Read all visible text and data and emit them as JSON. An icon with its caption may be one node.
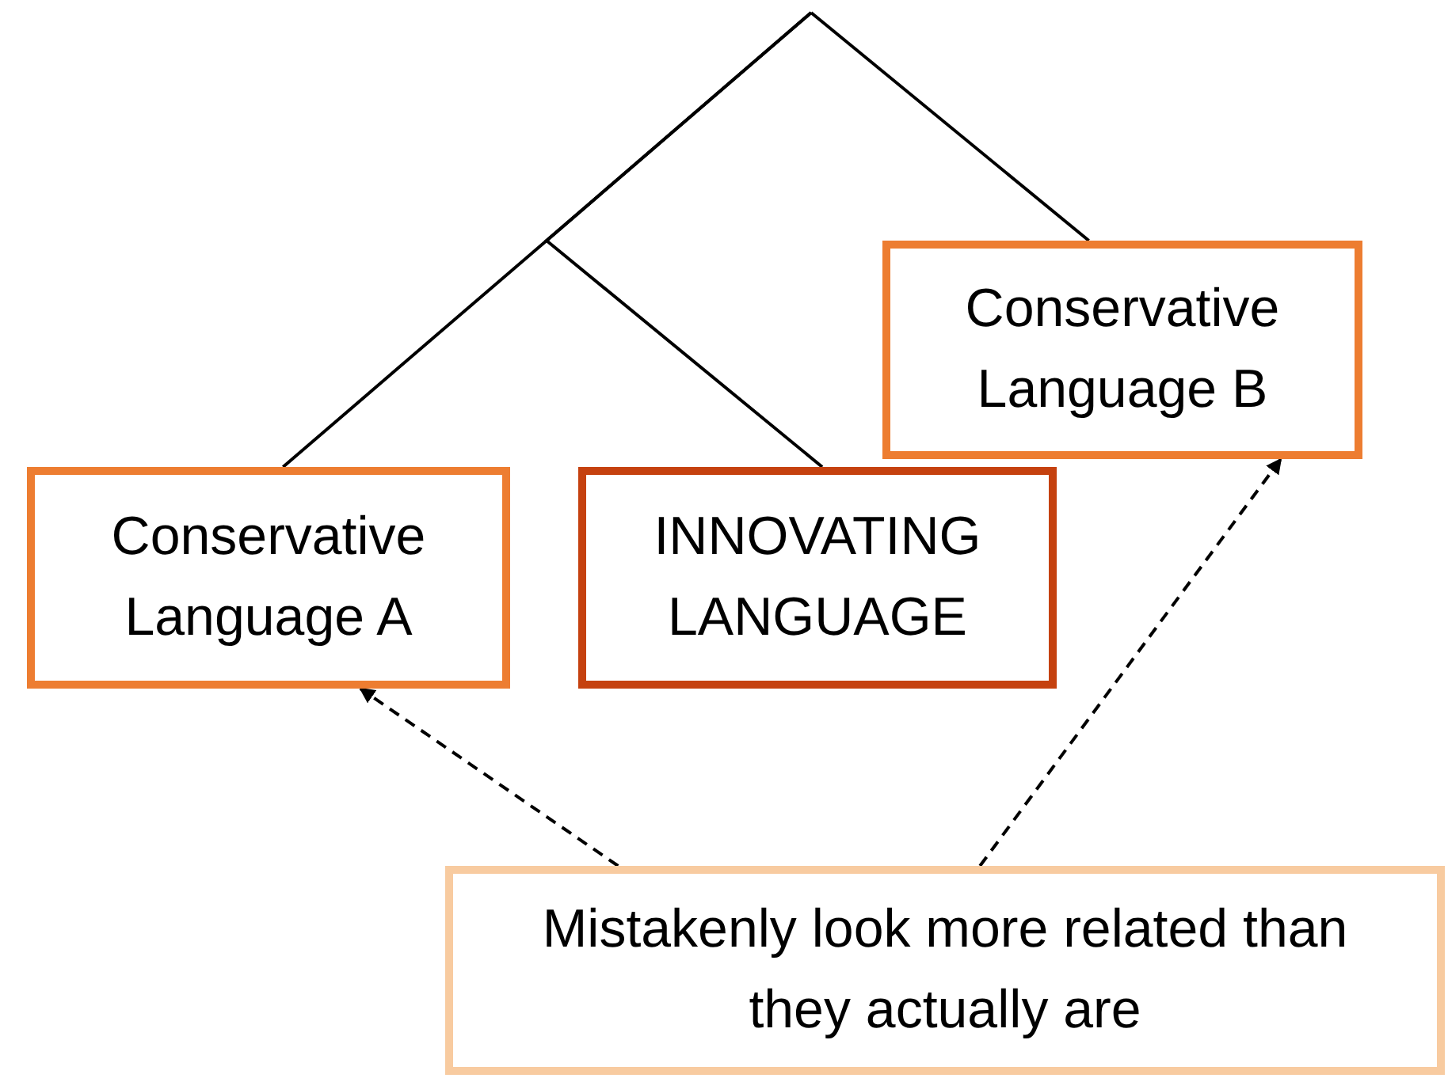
{
  "diagram": {
    "nodes": [
      {
        "text": [
          "Conservative Language A"
        ]
      },
      {
        "text": [
          "INNOVATING LANGUAGE"
        ]
      },
      {
        "text": [
          "Conservative Language B"
        ]
      },
      {
        "text": [
          "Mistakenly look more related than they actually are"
        ]
      }
    ],
    "edges": [
      {
        "from": null,
        "to": 0,
        "arrow": "none"
      },
      {
        "from": null,
        "to": 1,
        "arrow": "none"
      },
      {
        "from": null,
        "to": 2,
        "arrow": "none"
      },
      {
        "from": 3,
        "to": 0,
        "arrow": "to",
        "style": "dashed"
      },
      {
        "from": 3,
        "to": 2,
        "arrow": "to",
        "style": "dashed"
      }
    ]
  }
}
